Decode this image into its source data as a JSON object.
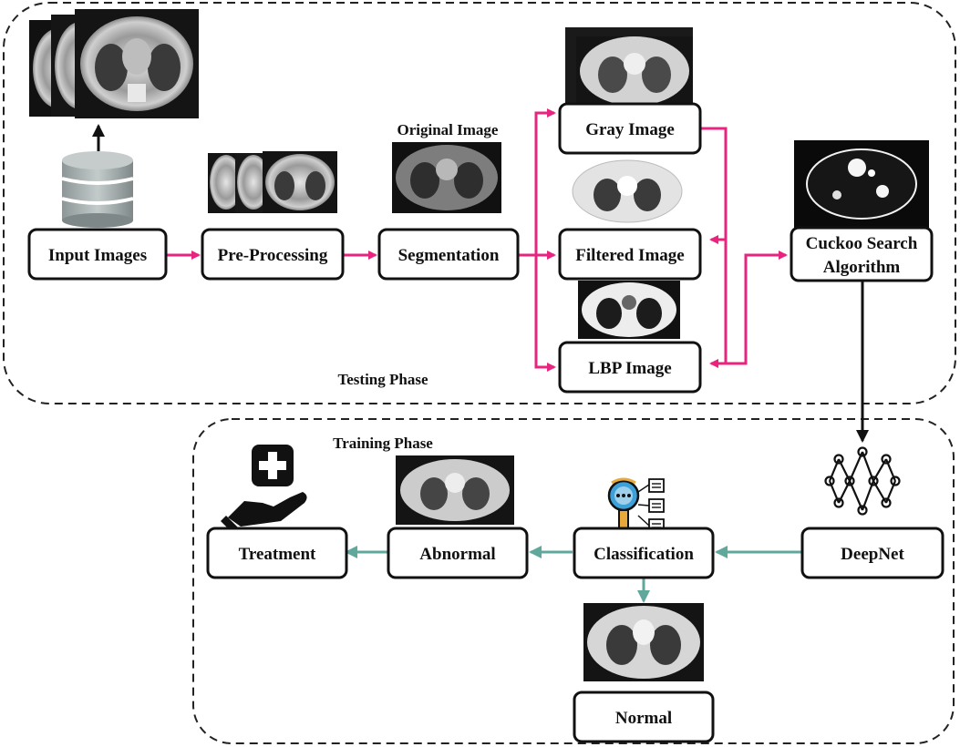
{
  "phases": {
    "testing": "Testing Phase",
    "training": "Training Phase"
  },
  "nodes": {
    "input_images": "Input Images",
    "pre_processing": "Pre-Processing",
    "segmentation": "Segmentation",
    "gray_image": "Gray Image",
    "filtered_image": "Filtered Image",
    "lbp_image": "LBP Image",
    "cuckoo_line1": "Cuckoo Search",
    "cuckoo_line2": "Algorithm",
    "deepnet": "DeepNet",
    "classification": "Classification",
    "abnormal": "Abnormal",
    "treatment": "Treatment",
    "normal": "Normal"
  },
  "labels": {
    "original_image": "Original Image"
  },
  "icons": {
    "database": "database-icon",
    "neural_network": "neural-network-icon",
    "magnifier_docs": "magnifier-documents-icon",
    "hand_medical": "hand-medical-cross-icon"
  },
  "colors": {
    "testing_arrow": "#e8247f",
    "training_arrow": "#5fa89b",
    "main_arrow": "#111111"
  }
}
